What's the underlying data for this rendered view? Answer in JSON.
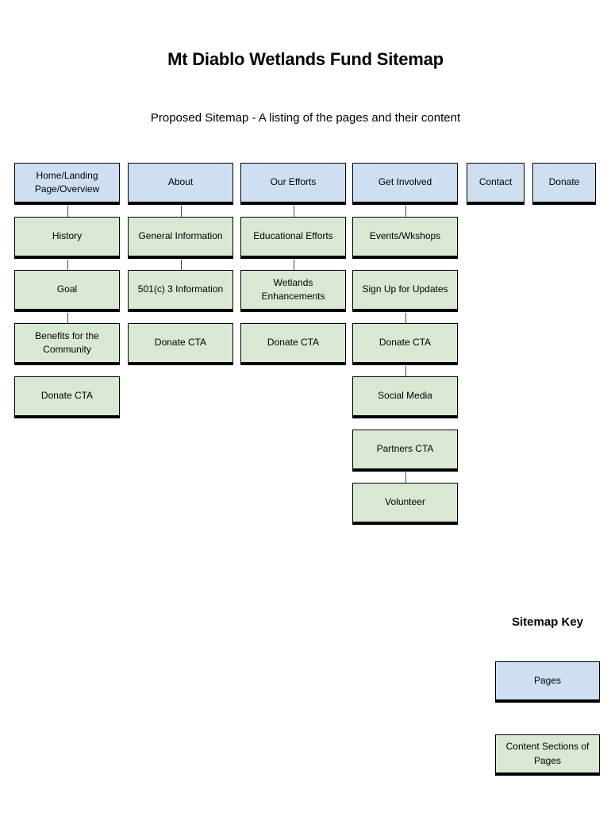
{
  "page": {
    "title": "Mt Diablo Wetlands Fund Sitemap",
    "subtitle": "Proposed Sitemap - A listing of the pages and their content"
  },
  "colors": {
    "page_box": "#cfdff2",
    "section_box": "#d9e8d2",
    "border": "#000000",
    "connector": "#3d4a55",
    "background": "#ffffff"
  },
  "columns": [
    {
      "page": "Home/Landing Page/Overview",
      "sections": [
        "History",
        "Goal",
        "Benefits for the Community",
        "Donate CTA"
      ]
    },
    {
      "page": "About",
      "sections": [
        "General Information",
        "501(c) 3 Information",
        "Donate CTA"
      ]
    },
    {
      "page": "Our Efforts",
      "sections": [
        "Educational Efforts",
        "Wetlands Enhancements",
        "Donate CTA"
      ]
    },
    {
      "page": "Get Involved",
      "sections": [
        "Events/Wkshops",
        "Sign Up for Updates",
        "Donate CTA",
        "Social Media",
        "Partners CTA",
        "Volunteer"
      ]
    },
    {
      "page": "Contact",
      "sections": []
    },
    {
      "page": "Donate",
      "sections": []
    }
  ],
  "legend": {
    "title": "Sitemap Key",
    "items": [
      {
        "label": "Pages",
        "type": "page"
      },
      {
        "label": "Content Sections of Pages",
        "type": "section"
      }
    ]
  }
}
